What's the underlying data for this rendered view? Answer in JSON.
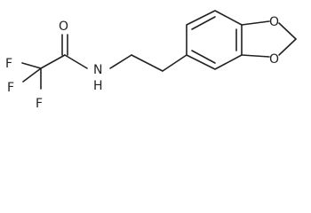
{
  "molecule": {
    "atoms": {
      "oxygen_carbonyl": "O",
      "nitrogen": "N",
      "hydrogen": "H",
      "fluorine_1": "F",
      "fluorine_2": "F",
      "fluorine_3": "F",
      "oxygen_ring_1": "O",
      "oxygen_ring_2": "O"
    }
  }
}
